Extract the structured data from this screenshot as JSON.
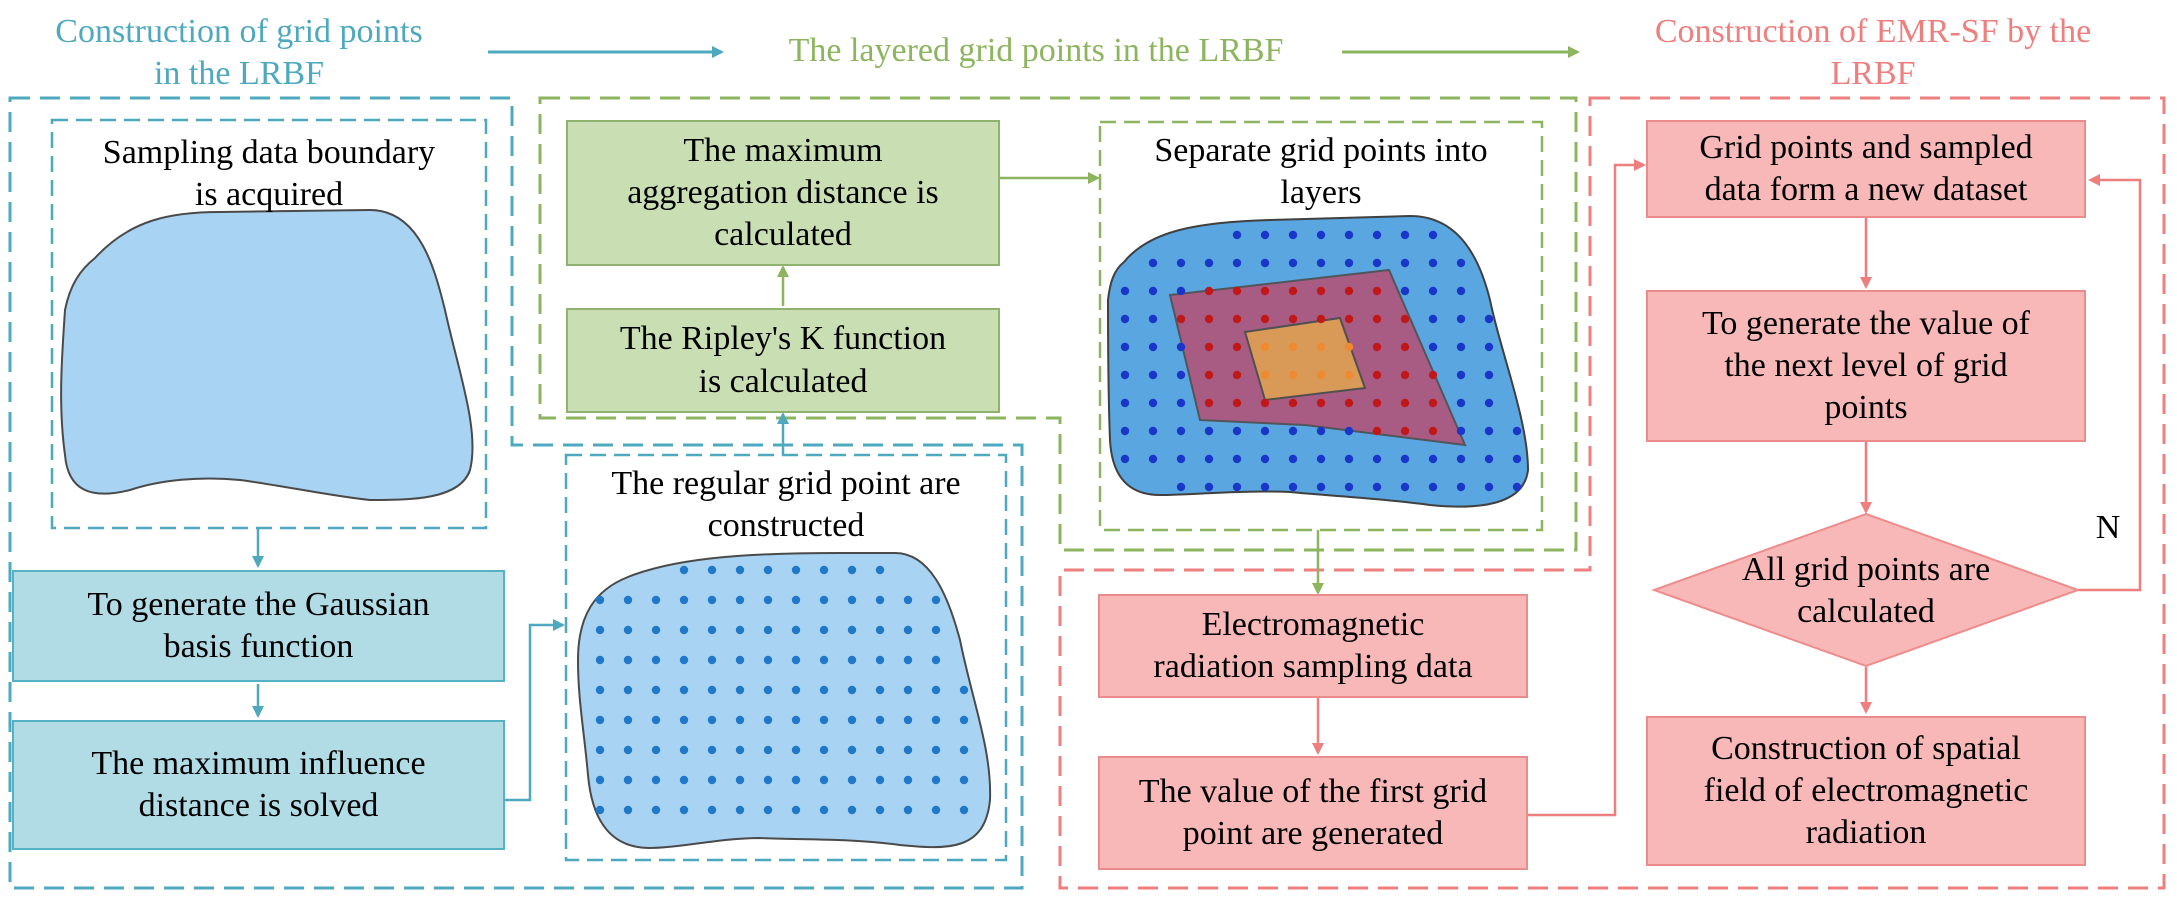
{
  "headers": {
    "left": "Construction of grid points\nin the LRBF",
    "middle": "The layered grid points in the LRBF",
    "right": "Construction of EMR-SF by the\nLRBF"
  },
  "left_panel": {
    "sampling_boundary_label": "Sampling data boundary\nis acquired",
    "gaussian_step": "To generate the Gaussian\nbasis function",
    "influence_step": "The maximum influence\ndistance is solved",
    "regular_grid_label": "The regular grid point are\nconstructed"
  },
  "middle_panel": {
    "aggregation_step": "The maximum\naggregation distance is\ncalculated",
    "ripley_step": "The Ripley's K function\nis calculated",
    "layers_label": "Separate grid points into\nlayers"
  },
  "right_panel": {
    "sampling_data_step": "Electromagnetic\nradiation sampling data",
    "first_grid_step": "The value of the first grid\npoint are generated",
    "new_dataset_step": "Grid points and sampled\ndata form a new dataset",
    "next_level_step": "To generate the value of\nthe next level of grid\npoints",
    "decision": "All grid points are\ncalculated",
    "decision_no_label": "N",
    "final_step": "Construction of spatial\nfield of electromagnetic\nradiation"
  },
  "colors": {
    "blue_text": "#4ea9bf",
    "green_text": "#8db45f",
    "pink_text": "#ee7f7f",
    "blue_fill": "#b1dce6",
    "green_fill": "#c9dfb3",
    "pink_fill": "#f8b8b8",
    "shape_fill": "#a9d3f2",
    "dot_blue": "#1f78c8",
    "dot_dark_blue": "#1936c8",
    "dot_red": "#c01818",
    "dot_orange": "#ee8a30"
  }
}
